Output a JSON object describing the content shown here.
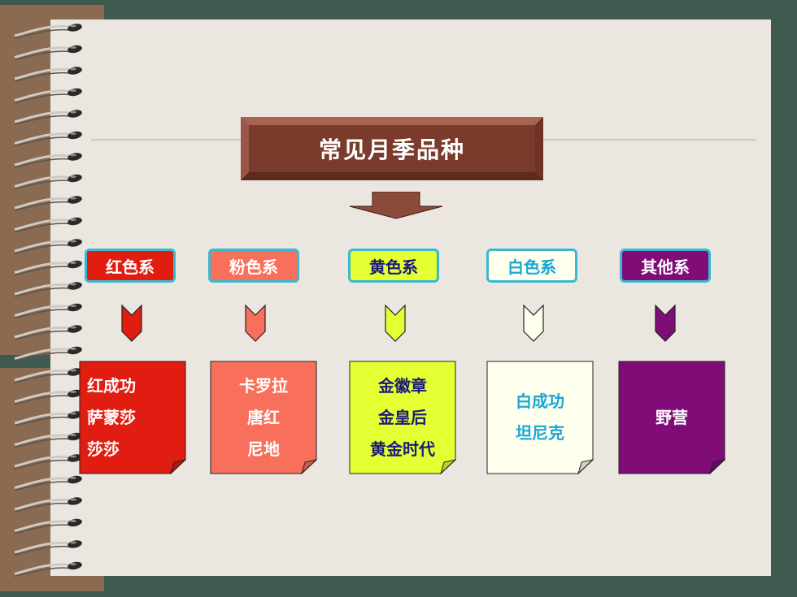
{
  "title": "常见月季品种",
  "categories": [
    {
      "label": "红色系",
      "bg": "#e01d10",
      "text_color": "#ffffff",
      "varieties": [
        "红成功",
        "萨蒙莎",
        "莎莎"
      ],
      "align": "left"
    },
    {
      "label": "粉色系",
      "bg": "#f8705c",
      "text_color": "#ffffff",
      "varieties": [
        "卡罗拉",
        "唐红",
        "尼地"
      ],
      "align": "center"
    },
    {
      "label": "黄色系",
      "bg": "#e4ff32",
      "text_color": "#1a1a7a",
      "varieties": [
        "金徽章",
        "金皇后",
        "黄金时代"
      ],
      "align": "center"
    },
    {
      "label": "白色系",
      "bg": "#ffffee",
      "text_color": "#1aa6d8",
      "varieties": [
        "白成功",
        "坦尼克"
      ],
      "align": "center"
    },
    {
      "label": "其他系",
      "bg": "#800c78",
      "text_color": "#ffffff",
      "varieties": [
        "野营"
      ],
      "align": "center"
    }
  ]
}
